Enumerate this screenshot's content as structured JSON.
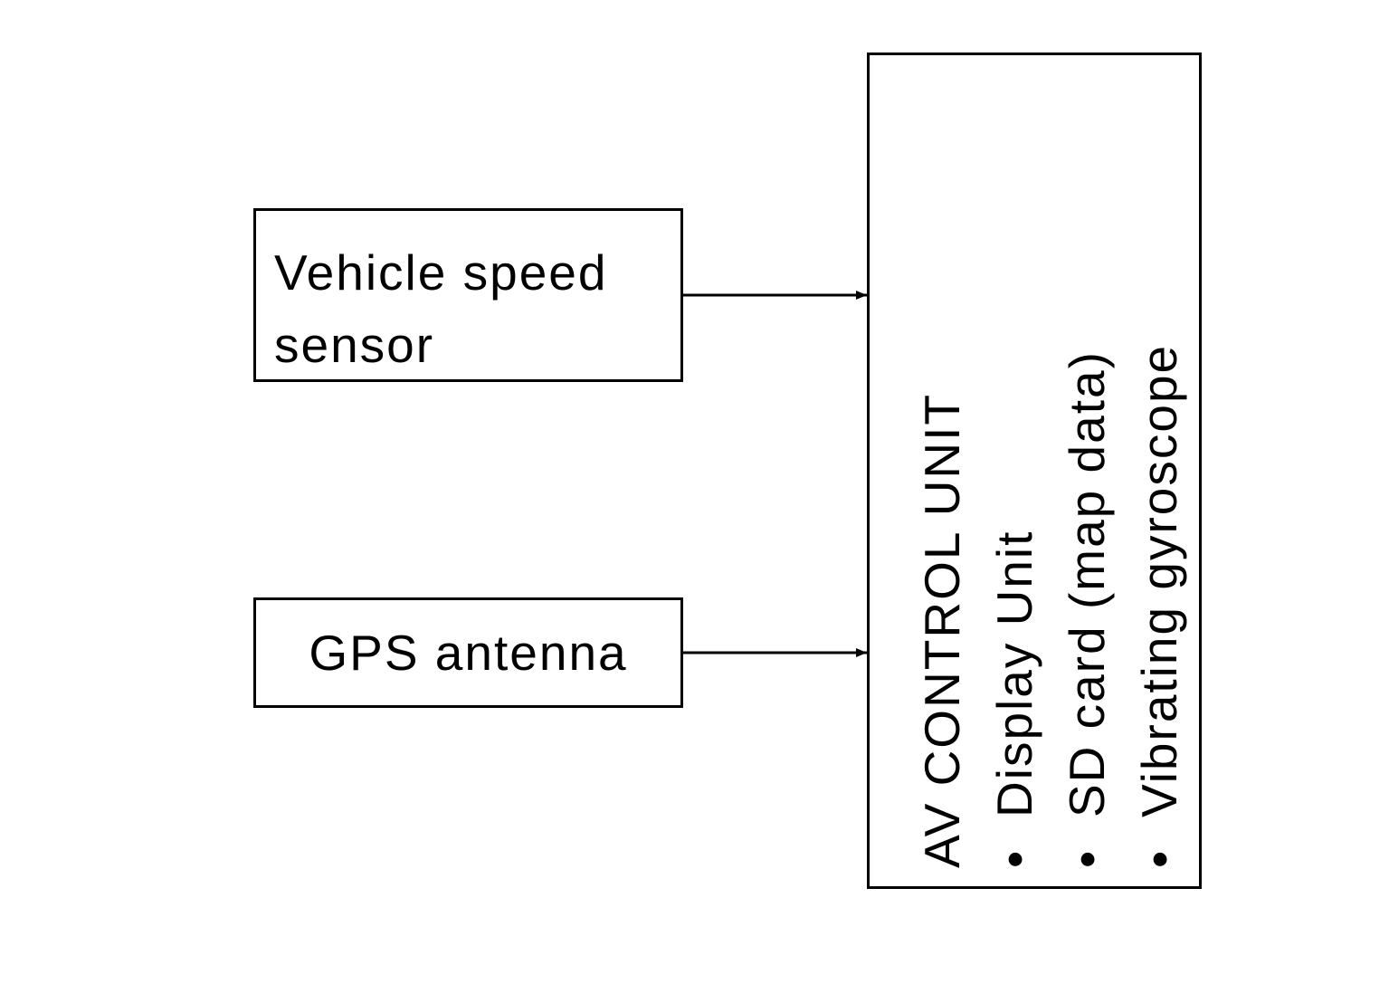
{
  "diagram": {
    "inputs": {
      "vehicle_speed_sensor": {
        "line1": "Vehicle speed",
        "line2": "sensor"
      },
      "gps_antenna": {
        "label": "GPS antenna"
      }
    },
    "control_unit": {
      "title": "AV CONTROL UNIT",
      "bullet_glyph": "•",
      "components": [
        "Display Unit",
        "SD card (map data)",
        "Vibrating gyroscope"
      ]
    },
    "colors": {
      "line": "#000000",
      "background": "#ffffff"
    }
  }
}
